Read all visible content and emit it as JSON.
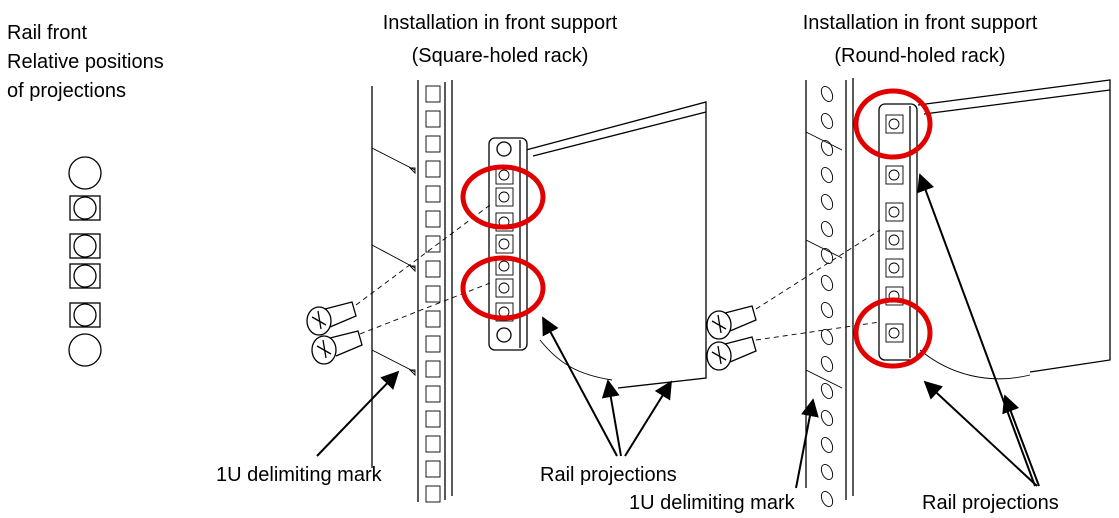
{
  "legend": {
    "title_lines": [
      "Rail front",
      "Relative positions",
      "of projections"
    ]
  },
  "panels": [
    {
      "title_lines": [
        "Installation in front support",
        "(Square-holed rack)"
      ],
      "mark_label": "1U delimiting mark",
      "projections_label": "Rail projections"
    },
    {
      "title_lines": [
        "Installation in front support",
        "(Round-holed rack)"
      ],
      "mark_label": "1U delimiting mark",
      "projections_label": "Rail projections"
    }
  ],
  "colors": {
    "highlight": "#e00000",
    "line": "#000000"
  }
}
